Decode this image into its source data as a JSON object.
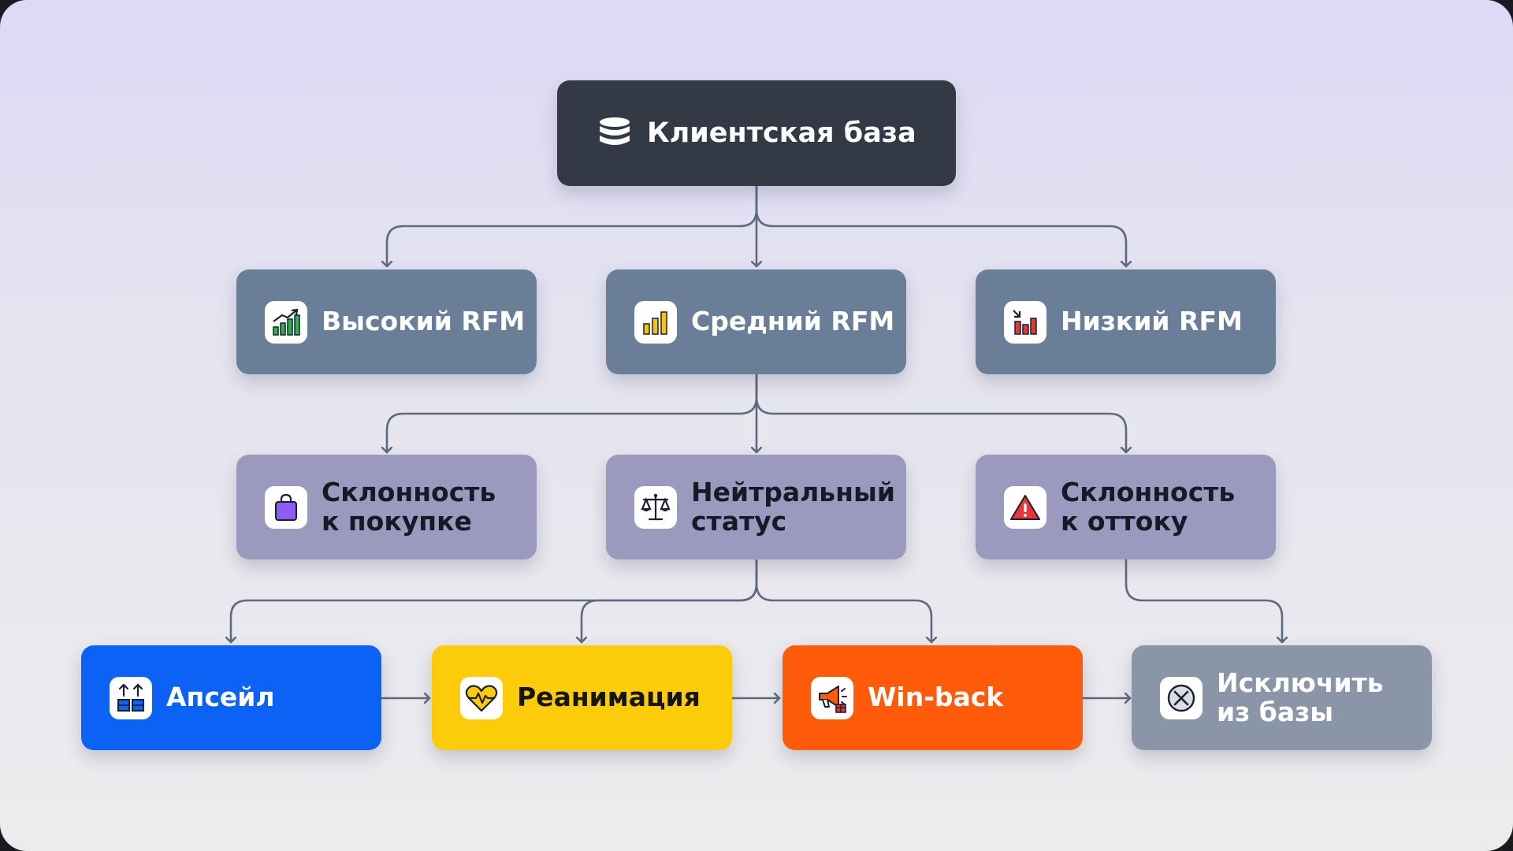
{
  "root": {
    "label": "Клиентская база",
    "icon": "database-icon"
  },
  "rfm": [
    {
      "label": "Высокий RFM",
      "icon": "growth-chart-icon"
    },
    {
      "label": "Средний RFM",
      "icon": "bar-chart-icon"
    },
    {
      "label": "Низкий RFM",
      "icon": "decline-chart-icon"
    }
  ],
  "propensity": [
    {
      "label": "Склонность\nк покупке",
      "icon": "shopping-bag-icon"
    },
    {
      "label": "Нейтральный\nстатус",
      "icon": "scales-icon"
    },
    {
      "label": "Склонность\nк оттоку",
      "icon": "warning-icon"
    }
  ],
  "actions": [
    {
      "label": "Апсейл",
      "icon": "upsell-icon",
      "color": "#0b62f5"
    },
    {
      "label": "Реанимация",
      "icon": "heartbeat-icon",
      "color": "#fccc0b"
    },
    {
      "label": "Win-back",
      "icon": "megaphone-icon",
      "color": "#ff5b0a"
    },
    {
      "label": "Исключить\nиз базы",
      "icon": "exclude-icon",
      "color": "#8a96a8"
    }
  ],
  "colors": {
    "root": "#333a45",
    "rfm": "#6a7f97",
    "propensity": "#9c99be",
    "connector": "#5d6b80"
  }
}
